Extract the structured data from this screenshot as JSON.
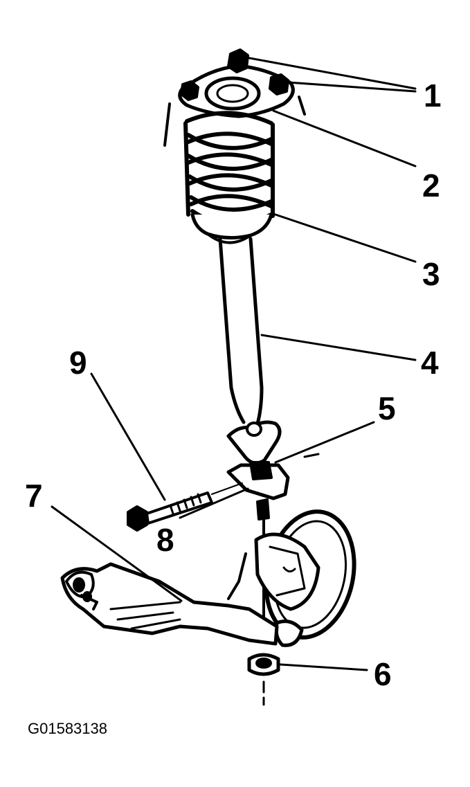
{
  "figure": {
    "id_label": "G01583138",
    "callouts": [
      {
        "num": "1",
        "part": "strut-mount-nuts"
      },
      {
        "num": "2",
        "part": "upper-mount"
      },
      {
        "num": "3",
        "part": "coil-spring"
      },
      {
        "num": "4",
        "part": "strut-assembly"
      },
      {
        "num": "5",
        "part": "strut-to-knuckle-bracket"
      },
      {
        "num": "6",
        "part": "stabilizer-link-nut"
      },
      {
        "num": "7",
        "part": "lower-control-arm"
      },
      {
        "num": "8",
        "part": "bracket-nut"
      },
      {
        "num": "9",
        "part": "strut-bolt"
      }
    ]
  }
}
